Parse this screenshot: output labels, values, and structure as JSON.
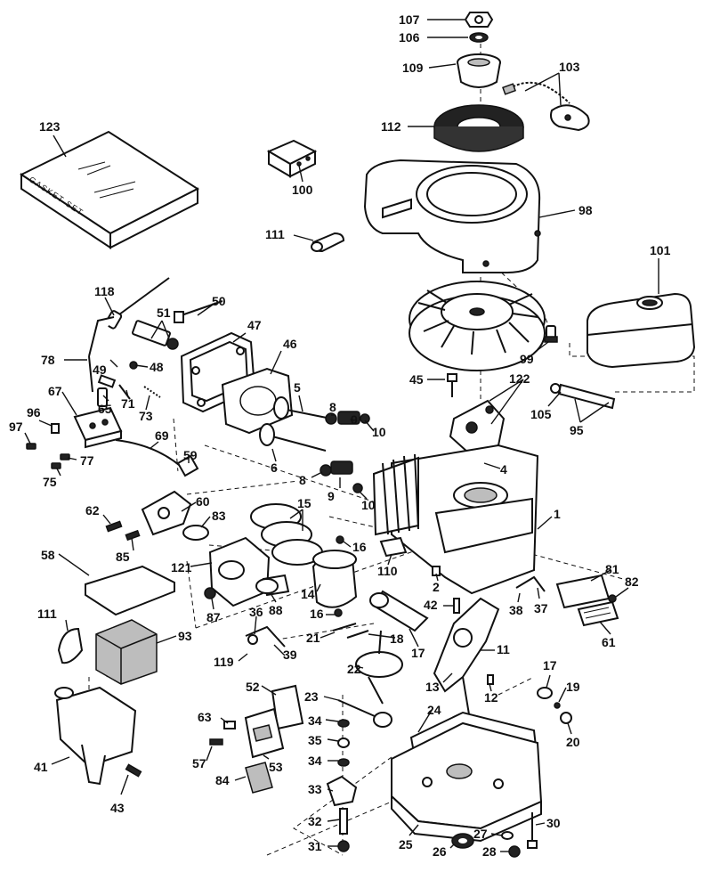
{
  "diagram": {
    "gasket_box_text": "GASKET SET",
    "callouts": {
      "c107": "107",
      "c106": "106",
      "c109": "109",
      "c103": "103",
      "c112": "112",
      "c123": "123",
      "c100": "100",
      "c98": "98",
      "c111a": "111",
      "c101": "101",
      "c118": "118",
      "c50": "50",
      "c51": "51",
      "c47": "47",
      "c46": "46",
      "c78": "78",
      "c49": "49",
      "c48": "48",
      "c71": "71",
      "c73": "73",
      "c67": "67",
      "c65": "65",
      "c96": "96",
      "c97": "97",
      "c77": "77",
      "c75": "75",
      "c69": "69",
      "c5": "5",
      "c8a": "8",
      "c9a": "9",
      "c10a": "10",
      "c6": "6",
      "c8b": "8",
      "c9b": "9",
      "c10b": "10",
      "c99": "99",
      "c45": "45",
      "c122": "122",
      "c105": "105",
      "c95": "95",
      "c4": "4",
      "c59": "59",
      "c60": "60",
      "c83": "83",
      "c62": "62",
      "c85": "85",
      "c15": "15",
      "c1": "1",
      "c16a": "16",
      "c110": "110",
      "c58": "58",
      "c121": "121",
      "c14": "14",
      "c2": "2",
      "c87": "87",
      "c88": "88",
      "c16b": "16",
      "c42": "42",
      "c81": "81",
      "c82": "82",
      "c38": "38",
      "c37": "37",
      "c61": "61",
      "c111b": "111",
      "c93": "93",
      "c36": "36",
      "c21": "21",
      "c18": "18",
      "c17a": "17",
      "c39": "39",
      "c119": "119",
      "c22": "22",
      "c11": "11",
      "c13": "13",
      "c52": "52",
      "c23": "23",
      "c12": "12",
      "c17b": "17",
      "c19": "19",
      "c20": "20",
      "c24": "24",
      "c34a": "34",
      "c63": "63",
      "c35": "35",
      "c57": "57",
      "c34b": "34",
      "c53": "53",
      "c41": "41",
      "c84": "84",
      "c33": "33",
      "c43": "43",
      "c32": "32",
      "c30": "30",
      "c27": "27",
      "c31": "31",
      "c25": "25",
      "c26": "26",
      "c28": "28"
    }
  }
}
